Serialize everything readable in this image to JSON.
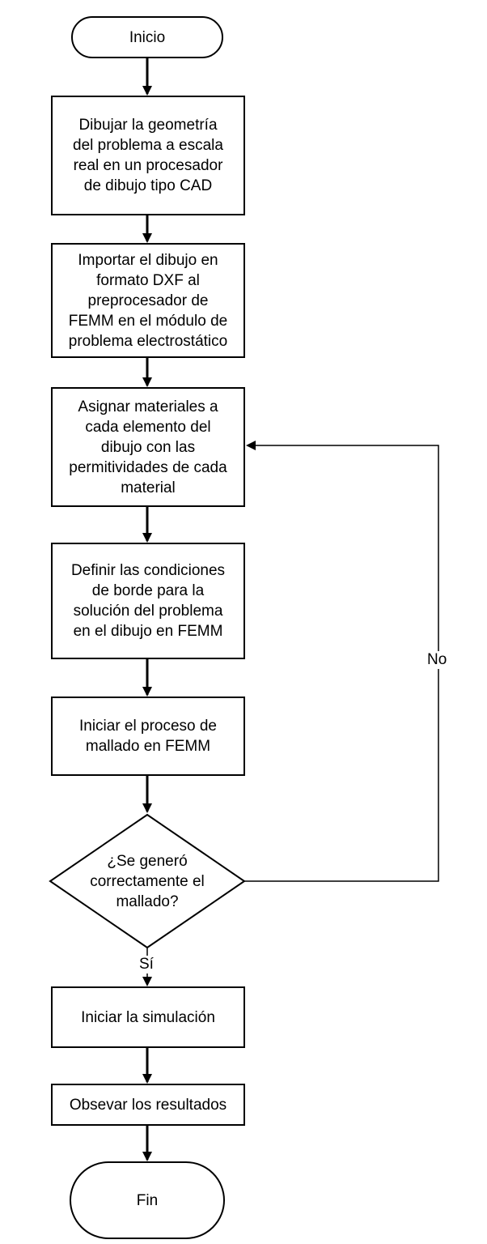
{
  "nodes": {
    "start": "Inicio",
    "step1": "Dibujar la geometría\ndel problema a escala\nreal en un procesador\nde dibujo tipo CAD",
    "step2": "Importar el dibujo en\nformato DXF al\npreprocesador de\nFEMM en el módulo de\nproblema electrostático",
    "step3": "Asignar materiales a\ncada elemento del\ndibujo con las\npermitividades de cada\nmaterial",
    "step4": "Definir las condiciones\nde borde  para la\nsolución del problema\nen el dibujo en FEMM",
    "step5": "Iniciar el proceso de\nmallado en FEMM",
    "decision": "¿Se generó\ncorrectamente el\nmallado?",
    "step6": "Iniciar la simulación",
    "step7": "Obsevar los resultados",
    "end": "Fin"
  },
  "edge_labels": {
    "no": "No",
    "yes": "Sí"
  }
}
